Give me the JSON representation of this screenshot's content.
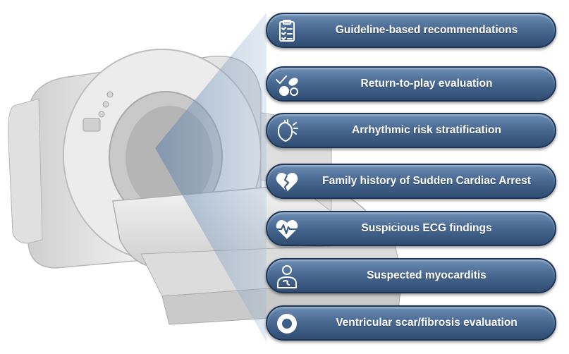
{
  "items": [
    {
      "label": "Guideline-based recommendations",
      "icon": "clipboard-checklist-icon"
    },
    {
      "label": "Return-to-play evaluation",
      "icon": "sports-checkmark-icon"
    },
    {
      "label": "Arrhythmic risk stratification",
      "icon": "heart-arrhythmia-icon"
    },
    {
      "label": "Family history of Sudden Cardiac Arrest",
      "icon": "broken-heart-icon"
    },
    {
      "label": "Suspicious ECG findings",
      "icon": "heart-ecg-icon"
    },
    {
      "label": "Suspected myocarditis",
      "icon": "person-chest-pain-icon"
    },
    {
      "label": "Ventricular scar/fibrosis evaluation",
      "icon": "ring-scar-icon"
    }
  ],
  "colors": {
    "pill_top": "#6c8db3",
    "pill_bottom": "#2f4c72",
    "pill_border": "#1d3556",
    "text": "#ffffff"
  }
}
